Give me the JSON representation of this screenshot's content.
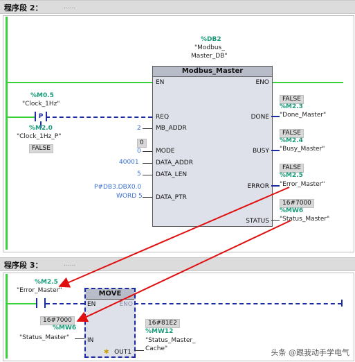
{
  "segment2": {
    "header": "程序段 2：",
    "comment": "......",
    "db_tag": "%DB2",
    "db_name_l1": "\"Modbus_",
    "db_name_l2": "Master_DB\"",
    "block_title": "Modbus_Master",
    "pins": {
      "en": "EN",
      "eno": "ENO",
      "req": "REQ",
      "mb_addr": "MB_ADDR",
      "mode": "MODE",
      "data_addr": "DATA_ADDR",
      "data_len": "DATA_LEN",
      "data_ptr": "DATA_PTR",
      "done": "DONE",
      "busy": "BUSY",
      "error": "ERROR",
      "status": "STATUS"
    },
    "clock_tag": "%M0.5",
    "clock_name": "\"Clock_1Hz\"",
    "p_label": "P",
    "edge_tag": "%M2.0",
    "edge_name": "\"Clock_1Hz_P\"",
    "edge_state": "FALSE",
    "mb_addr_val": "2",
    "mode_mon": "0",
    "mode_val": "0",
    "data_addr_val": "40001",
    "data_len_val": "5",
    "data_ptr_l1": "P#DB3.DBX0.0",
    "data_ptr_l2": "WORD 5",
    "done_state": "FALSE",
    "done_tag": "%M2.3",
    "done_name": "\"Done_Master\"",
    "busy_state": "FALSE",
    "busy_tag": "%M2.4",
    "busy_name": "\"Busy_Master\"",
    "error_state": "FALSE",
    "error_tag": "%M2.5",
    "error_name": "\"Error_Master\"",
    "status_mon": "16#7000",
    "status_tag": "%MW6",
    "status_name": "\"Status_Master\""
  },
  "segment3": {
    "header": "程序段 3：",
    "comment": "......",
    "contact_tag": "%M2.5",
    "contact_name": "\"Error_Master\"",
    "block_title": "MOVE",
    "pin_en": "EN",
    "pin_eno": "ENO",
    "pin_in": "IN",
    "pin_out": "OUT1",
    "in_mon": "16#7000",
    "in_tag": "%MW6",
    "in_name": "\"Status_Master\"",
    "out_mon": "16#81E2",
    "out_tag": "%MW12",
    "out_name_l1": "\"Status_Master_",
    "out_name_l2": "Cache\""
  },
  "watermark": "头条 @跟我动手学电气",
  "colors": {
    "power_flow": "#3ad13a",
    "no_flow": "#1a2aa0",
    "tag": "#1a9a7a",
    "arrow": "#e01010"
  }
}
